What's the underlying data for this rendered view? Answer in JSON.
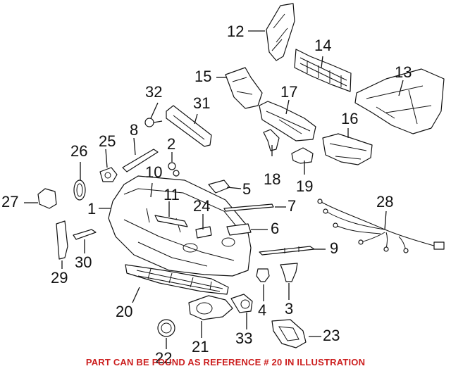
{
  "callouts": {
    "p1": "1",
    "p2": "2",
    "p3": "3",
    "p4": "4",
    "p5": "5",
    "p6": "6",
    "p7": "7",
    "p8": "8",
    "p9": "9",
    "p10": "10",
    "p11": "11",
    "p12": "12",
    "p13": "13",
    "p14": "14",
    "p15": "15",
    "p16": "16",
    "p17": "17",
    "p18": "18",
    "p19": "19",
    "p20": "20",
    "p21": "21",
    "p22": "22",
    "p23": "23",
    "p24": "24",
    "p25": "25",
    "p26": "26",
    "p27": "27",
    "p28": "28",
    "p29": "29",
    "p30": "30",
    "p31": "31",
    "p32": "32",
    "p33": "33"
  },
  "footnote": {
    "text": "PART CAN BE FOUND AS REFERENCE # 20 IN ILLUSTRATION",
    "color": "#cc1f1f"
  },
  "colors": {
    "line": "#111111",
    "background": "#ffffff"
  }
}
